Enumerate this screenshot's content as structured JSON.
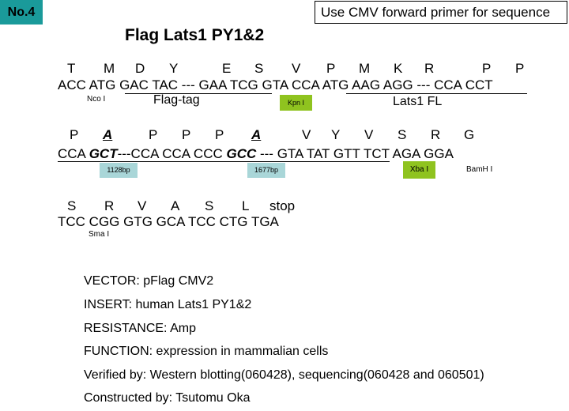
{
  "header": {
    "badge": "No.4",
    "note": "Use CMV forward primer for sequence",
    "title": "Flag Lats1 PY1&2"
  },
  "row1": {
    "aa": [
      "T",
      "M",
      "D",
      "Y",
      "E",
      "S",
      "V",
      "P",
      "M",
      "K",
      "R",
      "P",
      "P"
    ],
    "seq": "ACC ATG GAC TAC --- GAA TCG GTA CCA ATG AAG AGG --- CCA CCT",
    "site_nco": "Nco I",
    "flag_label": "Flag-tag",
    "site_kpn": "Kpn I",
    "lats_label": "Lats1 FL"
  },
  "row2": {
    "aa": [
      "P",
      "A",
      "P",
      "P",
      "P",
      "A",
      "V",
      "Y",
      "V",
      "S",
      "R",
      "G"
    ],
    "seq_parts": [
      "CCA ",
      "GCT",
      "---CCA CCA CCC ",
      "GCC",
      " --- GTA TAT GTT ",
      "TCT AGA GGA"
    ],
    "mut1": "1128bp",
    "mut2": "1677bp",
    "site_xba": "Xba I",
    "site_bam": "BamH I"
  },
  "row3": {
    "aa": [
      "S",
      "R",
      "V",
      "A",
      "S",
      "L",
      "stop"
    ],
    "seq": "TCC CGG GTG GCA TCC CTG TGA",
    "site_sma": "Sma I"
  },
  "info": {
    "vector": "VECTOR: pFlag CMV2",
    "insert": "INSERT: human Lats1 PY1&2",
    "resistance": "RESISTANCE: Amp",
    "function": "FUNCTION: expression in mammalian cells",
    "verified": "Verified by: Western blotting(060428), sequencing(060428 and 060501)",
    "constructed": "Constructed by: Tsutomu Oka"
  },
  "colors": {
    "badge": "#1a9a9a",
    "site_green": "#8fc31f",
    "mut_blue": "#a9d6d8"
  }
}
